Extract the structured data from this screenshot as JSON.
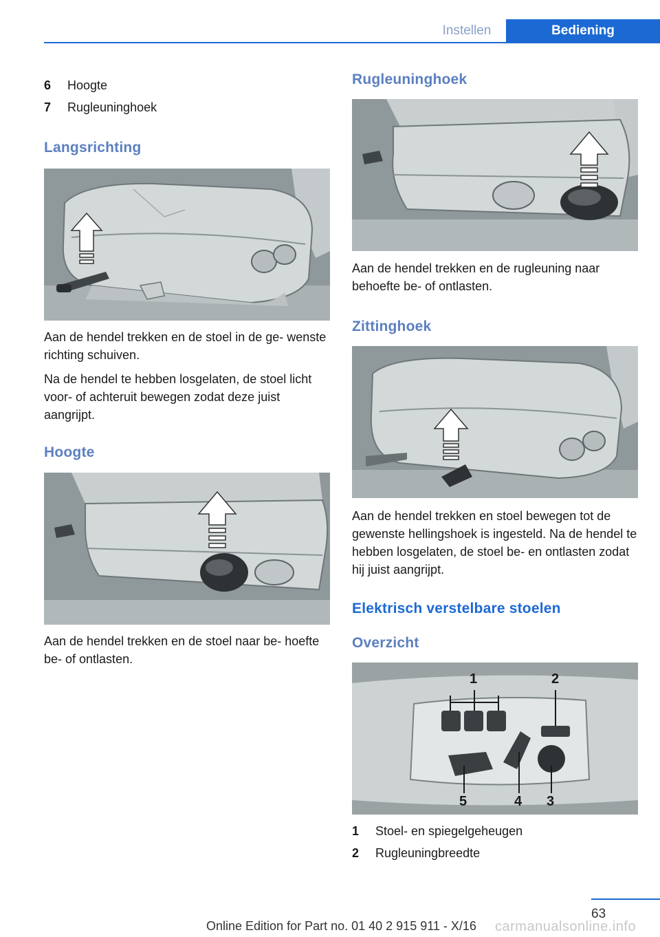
{
  "header": {
    "tabs": [
      {
        "label": "Instellen",
        "active": false
      },
      {
        "label": "Bediening",
        "active": true
      }
    ],
    "accent_color": "#1c69d4"
  },
  "left": {
    "list": [
      {
        "num": "6",
        "label": "Hoogte"
      },
      {
        "num": "7",
        "label": "Rugleuninghoek"
      }
    ],
    "langsrichting": {
      "title": "Langsrichting",
      "paragraphs": [
        "Aan de hendel trekken en de stoel in de ge‐ wenste richting schuiven.",
        "Na de hendel te hebben losgelaten, de stoel licht voor- of achteruit bewegen zodat deze juist aangrijpt."
      ]
    },
    "hoogte": {
      "title": "Hoogte",
      "paragraphs": [
        "Aan de hendel trekken en de stoel naar be‐ hoefte be- of ontlasten."
      ]
    }
  },
  "right": {
    "rugleuninghoek": {
      "title": "Rugleuninghoek",
      "paragraphs": [
        "Aan de hendel trekken en de rugleuning naar behoefte be- of ontlasten."
      ]
    },
    "zittinghoek": {
      "title": "Zittinghoek",
      "paragraphs": [
        "Aan de hendel trekken en stoel bewegen tot de gewenste hellingshoek is ingesteld. Na de hendel te hebben losgelaten, de stoel be- en ontlasten zodat hij juist aangrijpt."
      ]
    },
    "elektrisch": {
      "title": "Elektrisch verstelbare stoelen",
      "subtitle": "Overzicht",
      "figure_labels": [
        "1",
        "2",
        "3",
        "4",
        "5"
      ],
      "list": [
        {
          "num": "1",
          "label": "Stoel- en spiegelgeheugen"
        },
        {
          "num": "2",
          "label": "Rugleuningbreedte"
        }
      ]
    }
  },
  "footer": {
    "edition": "Online Edition for Part no. 01 40 2 915 911 - X/16",
    "page_number": "63",
    "watermark": "carmanualsonline.info"
  }
}
